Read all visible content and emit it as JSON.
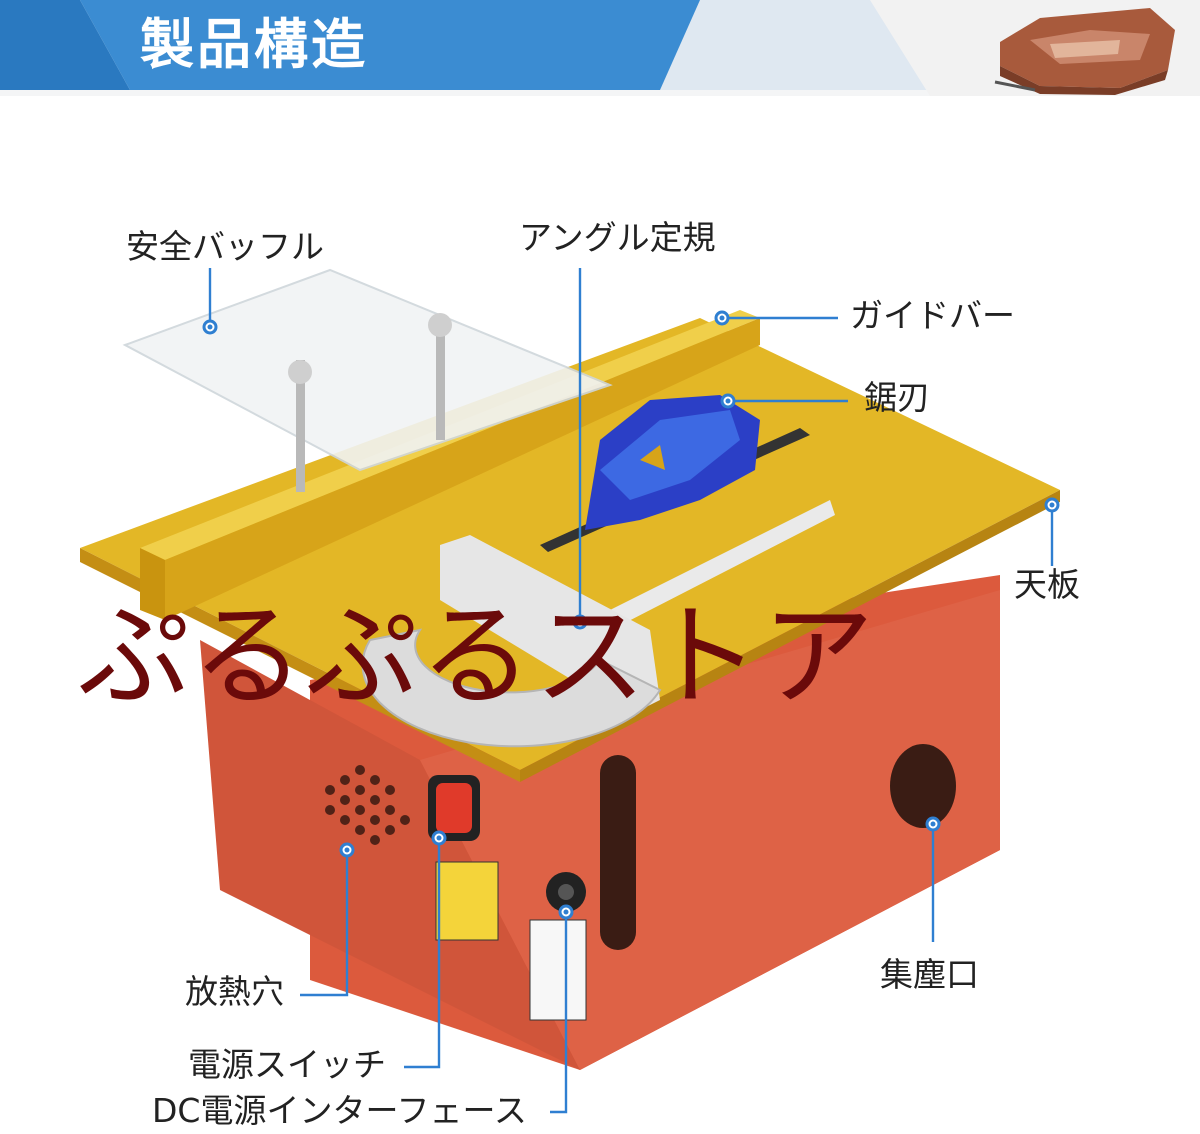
{
  "header": {
    "title": "製品構造",
    "colors": {
      "band": "#2a79c0",
      "band_light": "#3d8ed4",
      "accent": "#e9eef3"
    },
    "decoration_icon": "wood-block-icon"
  },
  "product": {
    "colors": {
      "body": "#dd5b3e",
      "table": "#e0b21f",
      "blade": "#2a3ec4"
    }
  },
  "labels": {
    "safety_baffle": "安全バッフル",
    "angle_gauge": "アングル定規",
    "guide_bar": "ガイドバー",
    "saw_blade": "鋸刃",
    "table_top": "天板",
    "heat_vent": "放熱穴",
    "power_switch": "電源スイッチ",
    "dc_interface": "DC電源インターフェース",
    "dust_port": "集塵口"
  },
  "watermark": {
    "text": "ぷるぷるストア",
    "color": "#6b0a0a"
  },
  "leader_color": "#2f7fd1"
}
